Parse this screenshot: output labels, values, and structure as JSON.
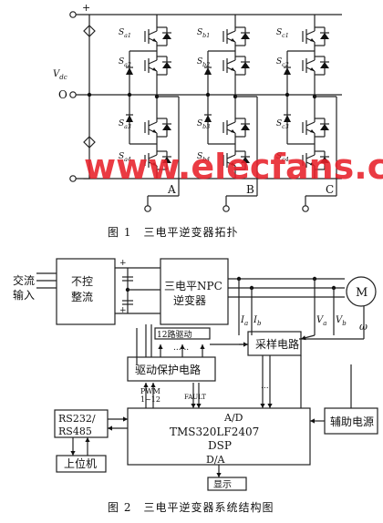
{
  "figure1": {
    "caption": "图 1　三电平逆变器拓扑",
    "plus": "+",
    "zero": "O",
    "minus": "−",
    "vdc": "V",
    "vdc_sub": "dc",
    "phases": [
      "A",
      "B",
      "C"
    ],
    "switches": [
      [
        "S",
        "a1"
      ],
      [
        "S",
        "a2"
      ],
      [
        "S",
        "a3"
      ],
      [
        "S",
        "a4"
      ],
      [
        "S",
        "b1"
      ],
      [
        "S",
        "b2"
      ],
      [
        "S",
        "b3"
      ],
      [
        "S",
        "b4"
      ],
      [
        "S",
        "c1"
      ],
      [
        "S",
        "c2"
      ],
      [
        "S",
        "c3"
      ],
      [
        "S",
        "c4"
      ]
    ]
  },
  "figure2": {
    "caption": "图 2　三电平逆变器系统结构图",
    "ac_input": [
      "交流",
      "输入"
    ],
    "rectifier": [
      "不控",
      "整流"
    ],
    "inverter": [
      "三电平NPC",
      "逆变器"
    ],
    "motor": "M",
    "drive_12": "12路驱动",
    "sampling": "采样电路",
    "drive_protect": "驱动保护电路",
    "pwm": [
      "PWM",
      "1~12"
    ],
    "fault": "FAULT",
    "dsp_ad": "A/D",
    "dsp_chip": "TMS320LF2407",
    "dsp_label": "DSP",
    "dsp_da": "D/A",
    "rs": [
      "RS232/",
      "RS485"
    ],
    "host": "上位机",
    "aux_power": "辅助电源",
    "display": "显示",
    "ia": "I",
    "ia_sub": "a",
    "ib": "I",
    "ib_sub": "b",
    "va": "V",
    "va_sub": "a",
    "vb": "V",
    "vb_sub": "b",
    "omega": "ω"
  },
  "watermark": "www.elecfans.com"
}
